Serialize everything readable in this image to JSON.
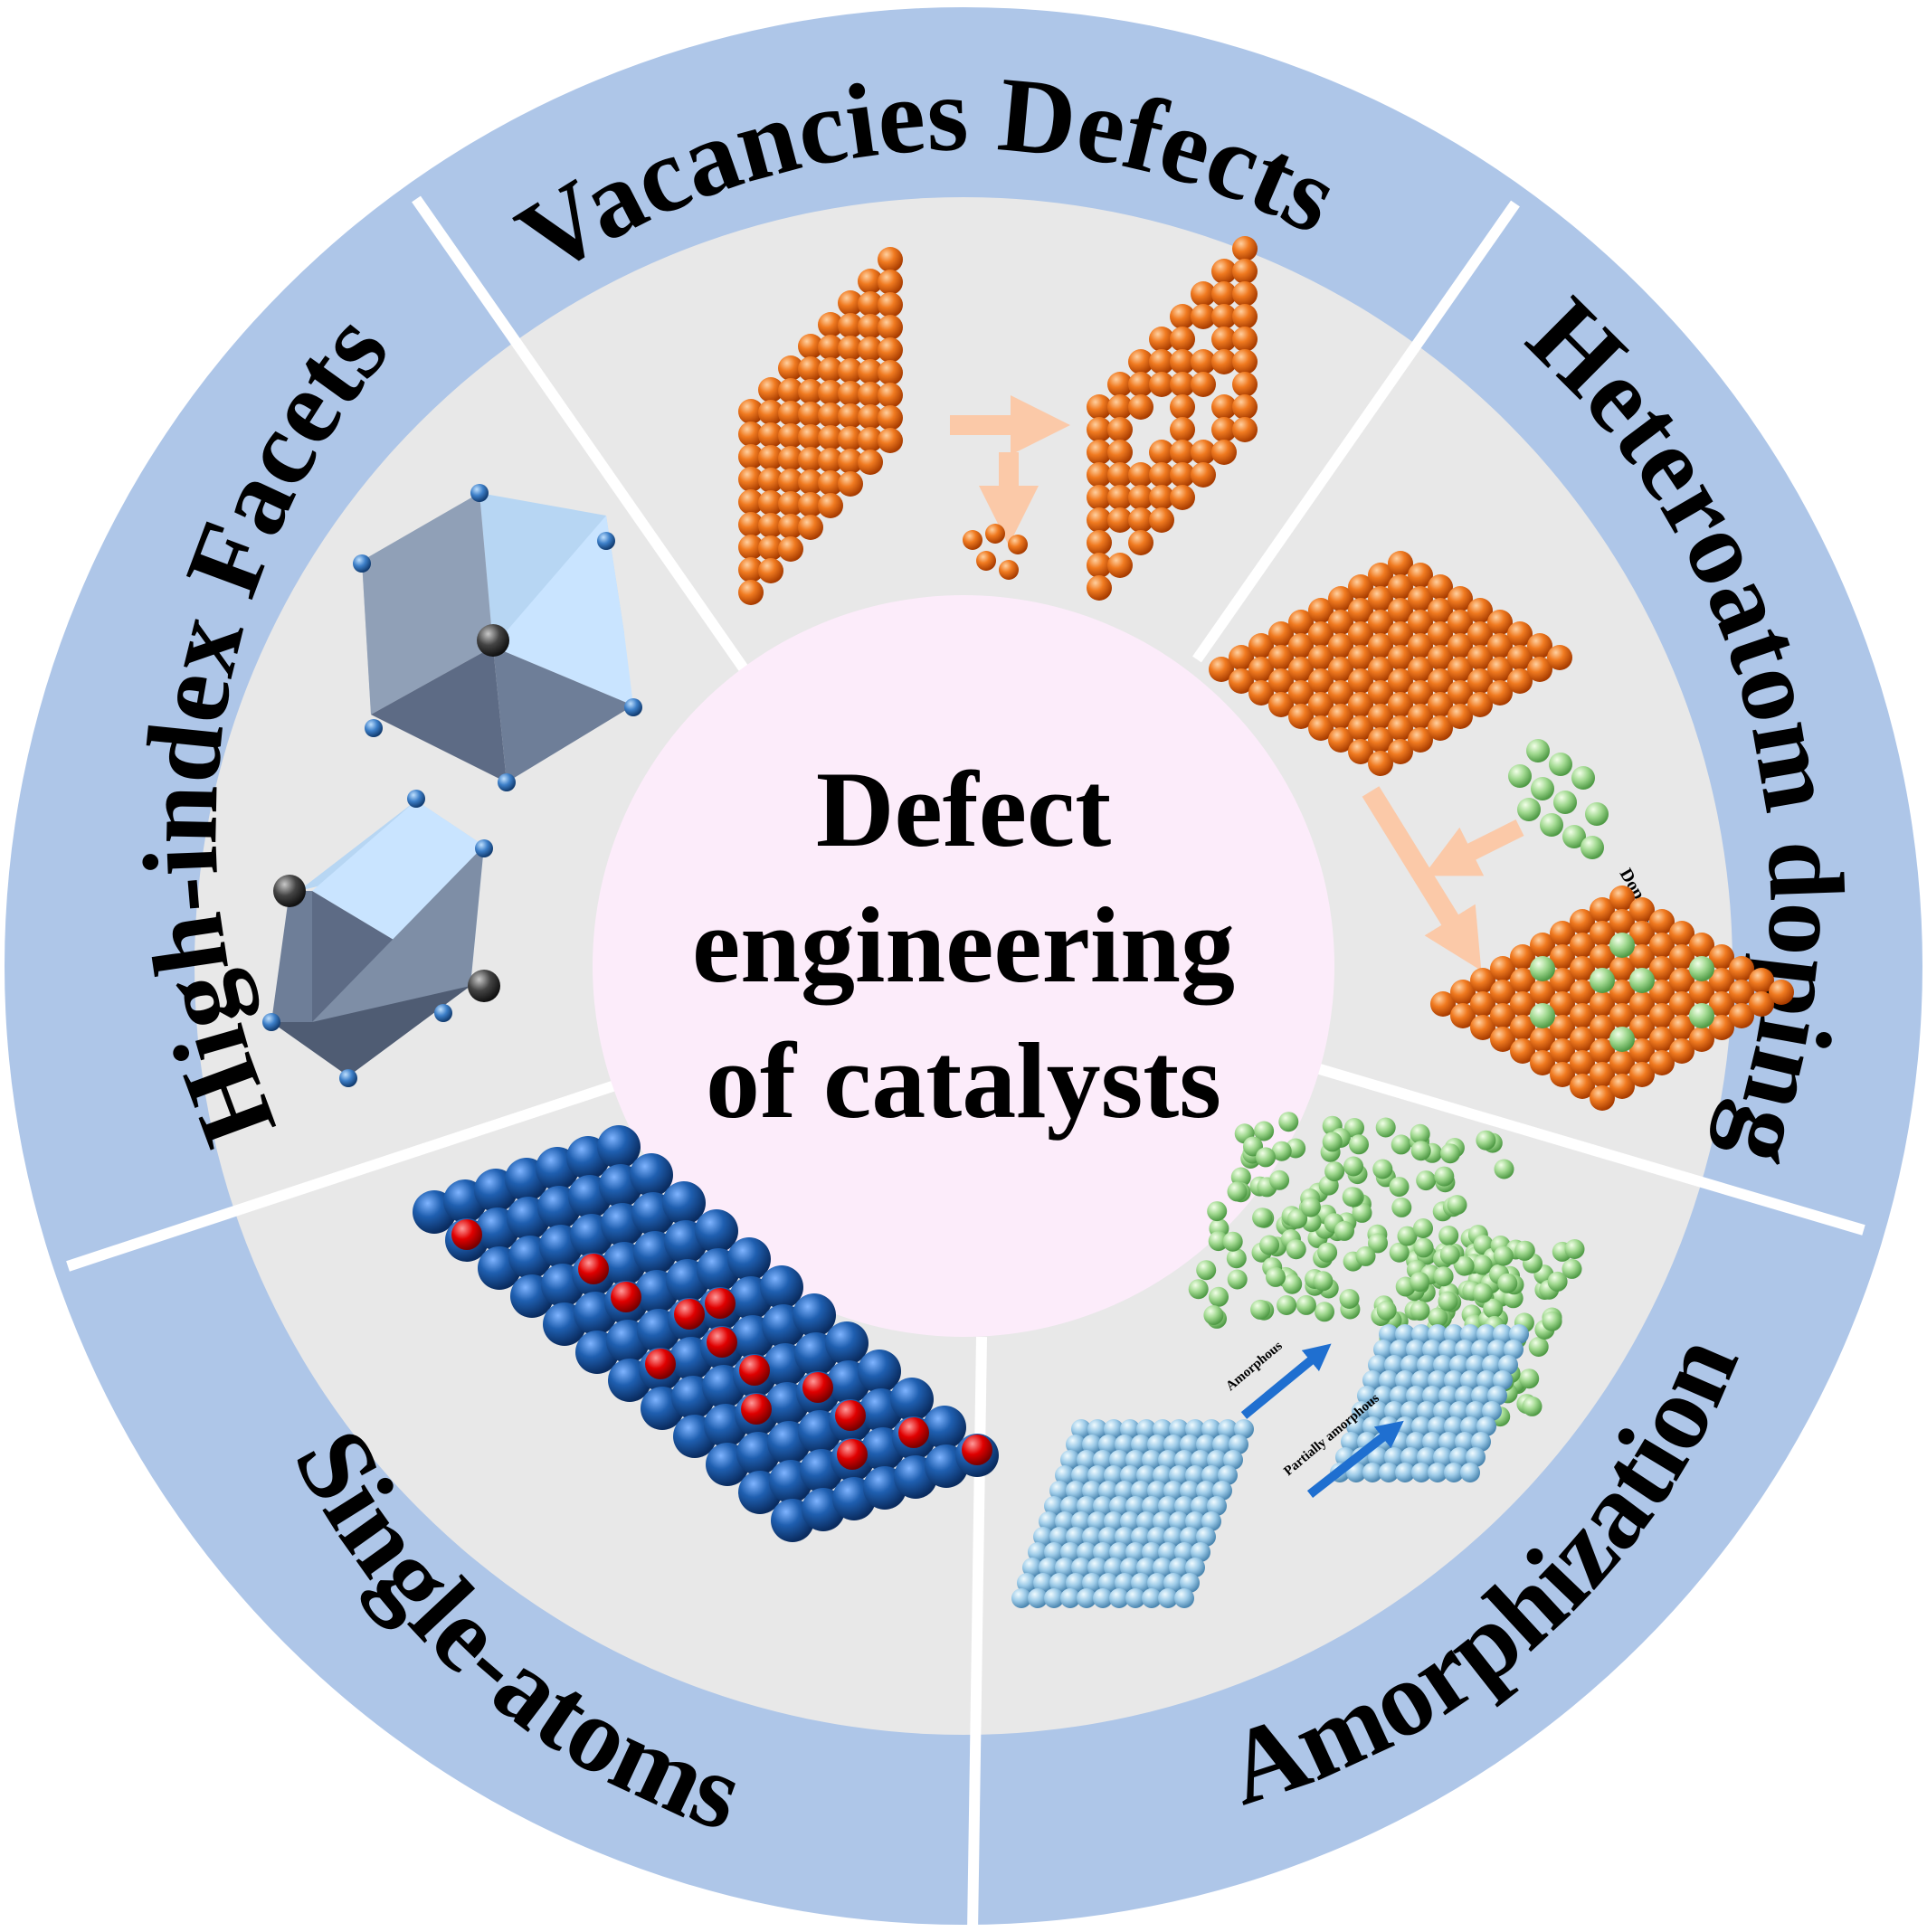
{
  "center": {
    "lines": [
      "Defect",
      "engineering",
      "of catalysts"
    ]
  },
  "segments": [
    {
      "id": "vacancies",
      "title": "Vacancies Defects"
    },
    {
      "id": "heteroatom",
      "title": "Heteroatom doping"
    },
    {
      "id": "amorphization",
      "title": "Amorphization"
    },
    {
      "id": "single-atoms",
      "title": "Single-atoms"
    },
    {
      "id": "facets",
      "title": "High-index Facets"
    }
  ],
  "labels": {
    "dopant": "Dopant",
    "amorphous": "Amorphous",
    "partially_amorphous": "Partially amorphous"
  },
  "colors": {
    "ring": "#aec6e8",
    "inner": "#e8e8e8",
    "center": "#fcecfa",
    "divider": "#ffffff",
    "orange": "#e8650f",
    "green": "#9bd88c",
    "lightblue": "#9cc8e6",
    "darkblue": "#1f5fb0",
    "red": "#e00000",
    "arrow_peach": "#fbc9a8",
    "arrow_blue": "#1f6fd0"
  }
}
